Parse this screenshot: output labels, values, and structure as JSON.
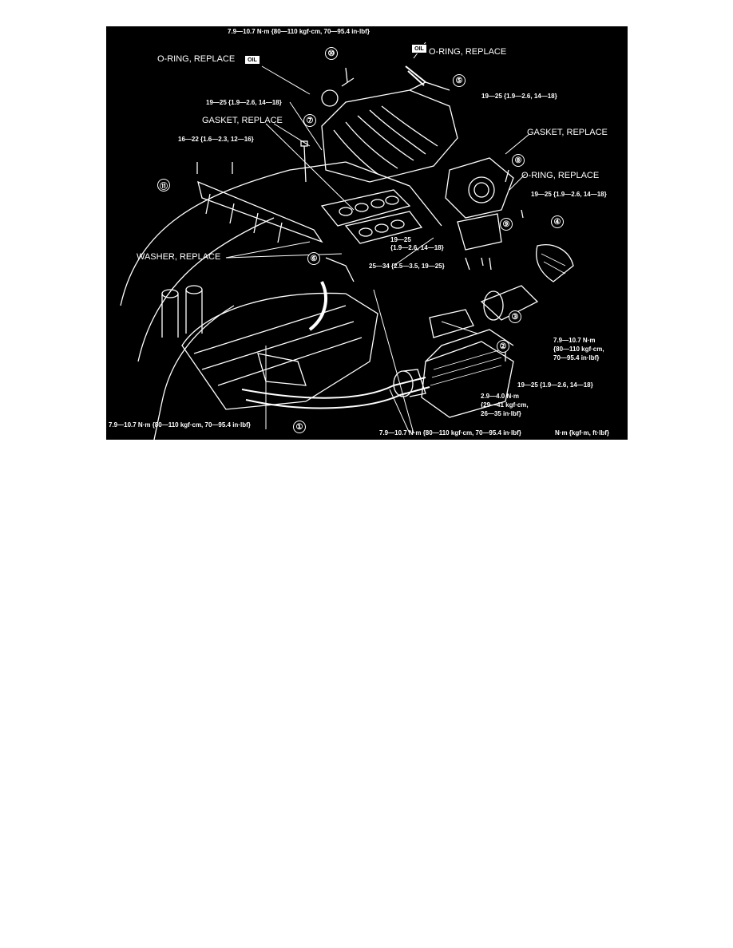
{
  "labels": {
    "torque_top": "7.9—10.7 N·m {80—110 kgf·cm, 70—95.4 in·lbf}",
    "oring_left": "O-RING, REPLACE",
    "oring_top_right": "O-RING, REPLACE",
    "oil_left": "OIL",
    "oil_right": "OIL",
    "torque_19_25_a": "19—25 {1.9—2.6, 14—18}",
    "torque_19_25_b": "19—25 {1.9—2.6, 14—18}",
    "gasket_left": "GASKET, REPLACE",
    "gasket_right": "GASKET, REPLACE",
    "torque_16_22": "16—22 {1.6—2.3, 12—16}",
    "oring_right": "O-RING, REPLACE",
    "torque_19_25_c": "19—25 {1.9—2.6, 14—18}",
    "torque_19_25_mid_l1": "19—25",
    "torque_19_25_mid_l2": "{1.9—2.6, 14—18}",
    "washer": "WASHER, REPLACE",
    "torque_25_34": "25—34 {2.5—3.5, 19—25}",
    "torque_right_l1": "7.9—10.7 N·m",
    "torque_right_l2": "{80—110 kgf·cm,",
    "torque_right_l3": "70—95.4 in·lbf}",
    "torque_19_25_d": "19—25 {1.9—2.6, 14—18}",
    "torque_29_l1": "2.9—4.0 N·m",
    "torque_29_l2": "{29—41 kgf·cm,",
    "torque_29_l3": "26—35 in·lbf}",
    "torque_bottom_left": "7.9—10.7 N·m {80—110 kgf·cm, 70—95.4 in·lbf}",
    "torque_bottom_mid": "7.9—10.7 N·m {80—110 kgf·cm, 70—95.4 in·lbf}",
    "units": "N·m {kgf·m, ft·lbf}"
  },
  "callouts": {
    "c1": "①",
    "c2": "②",
    "c3": "③",
    "c4": "④",
    "c5": "⑤",
    "c6": "⑥",
    "c7": "⑦",
    "c8": "⑧",
    "c9": "⑨",
    "c10": "⑩",
    "c11": "⑪"
  },
  "colors": {
    "background": "#000000",
    "ink": "#ffffff",
    "page": "#ffffff"
  }
}
